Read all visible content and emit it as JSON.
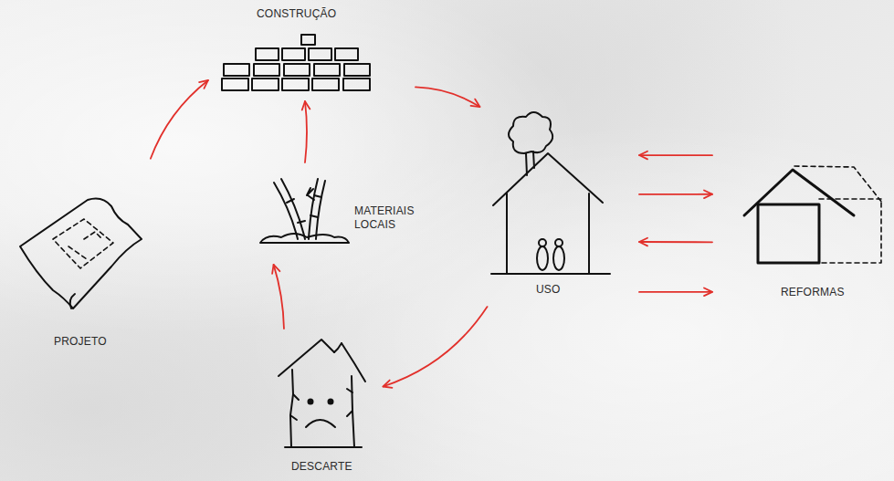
{
  "diagram": {
    "nodes": [
      {
        "text": [
          "CONSTRUÇÃO"
        ]
      },
      {
        "text": [
          "PROJETO"
        ]
      },
      {
        "text": [
          "MATERIAIS LOCAIS"
        ]
      },
      {
        "text": [
          "USO"
        ]
      },
      {
        "text": [
          "REFORMAS"
        ]
      },
      {
        "text": [
          "DESCARTE"
        ]
      }
    ],
    "edges": [
      {
        "from": 1,
        "to": 0,
        "arrow": "to"
      },
      {
        "from": 2,
        "to": 0,
        "arrow": "to"
      },
      {
        "from": 0,
        "to": 3,
        "arrow": "to"
      },
      {
        "from": 4,
        "to": 3,
        "arrow": "to"
      },
      {
        "from": 3,
        "to": 4,
        "arrow": "to"
      },
      {
        "from": 4,
        "to": 3,
        "arrow": "to"
      },
      {
        "from": 3,
        "to": 4,
        "arrow": "to"
      },
      {
        "from": 3,
        "to": 5,
        "arrow": "to"
      },
      {
        "from": 5,
        "to": 2,
        "arrow": "to"
      }
    ]
  }
}
